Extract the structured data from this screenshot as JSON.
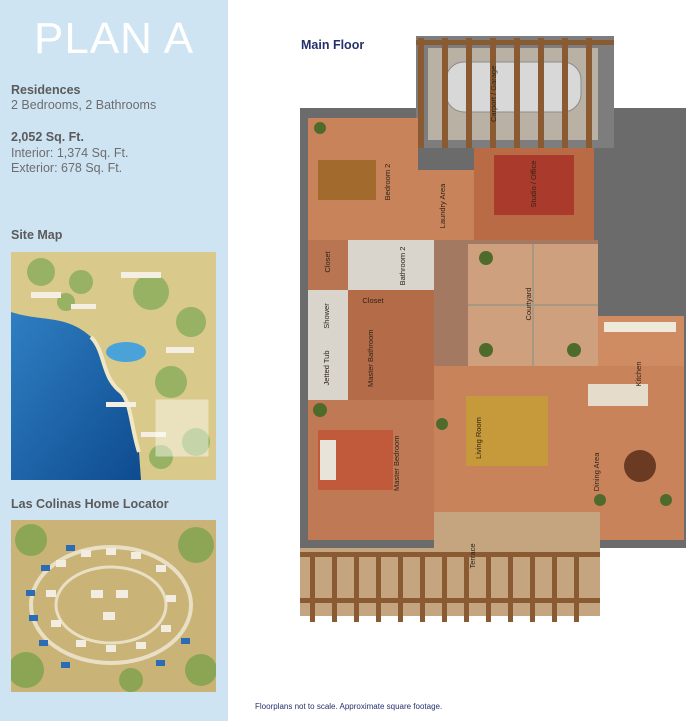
{
  "sidebar": {
    "plan_title": "PLAN A",
    "residences_heading": "Residences",
    "residences_detail": "2 Bedrooms, 2 Bathrooms",
    "sqft_heading": "2,052 Sq. Ft.",
    "interior": "Interior: 1,374 Sq. Ft.",
    "exterior": "Exterior: 678 Sq. Ft.",
    "site_map_heading": "Site Map",
    "locator_heading": "Las Colinas Home Locator"
  },
  "floorplan": {
    "title": "Main Floor",
    "disclaimer": "Floorplans not to scale. Approximate square footage.",
    "rooms": {
      "carport": "Carport / Garage",
      "bedroom2": "Bedroom 2",
      "laundry": "Laundry Area",
      "studio": "Studio / Office",
      "closet1": "Closet",
      "bathroom2": "Bathroom 2",
      "closet2": "Closet",
      "shower": "Shower",
      "jetted_tub": "Jetted Tub",
      "master_bath": "Master Bathroom",
      "courtyard": "Courtyard",
      "kitchen": "Kitchen",
      "master_bedroom": "Master Bedroom",
      "living_room": "Living Room",
      "dining": "Dining Area",
      "terrace": "Terrace"
    }
  }
}
